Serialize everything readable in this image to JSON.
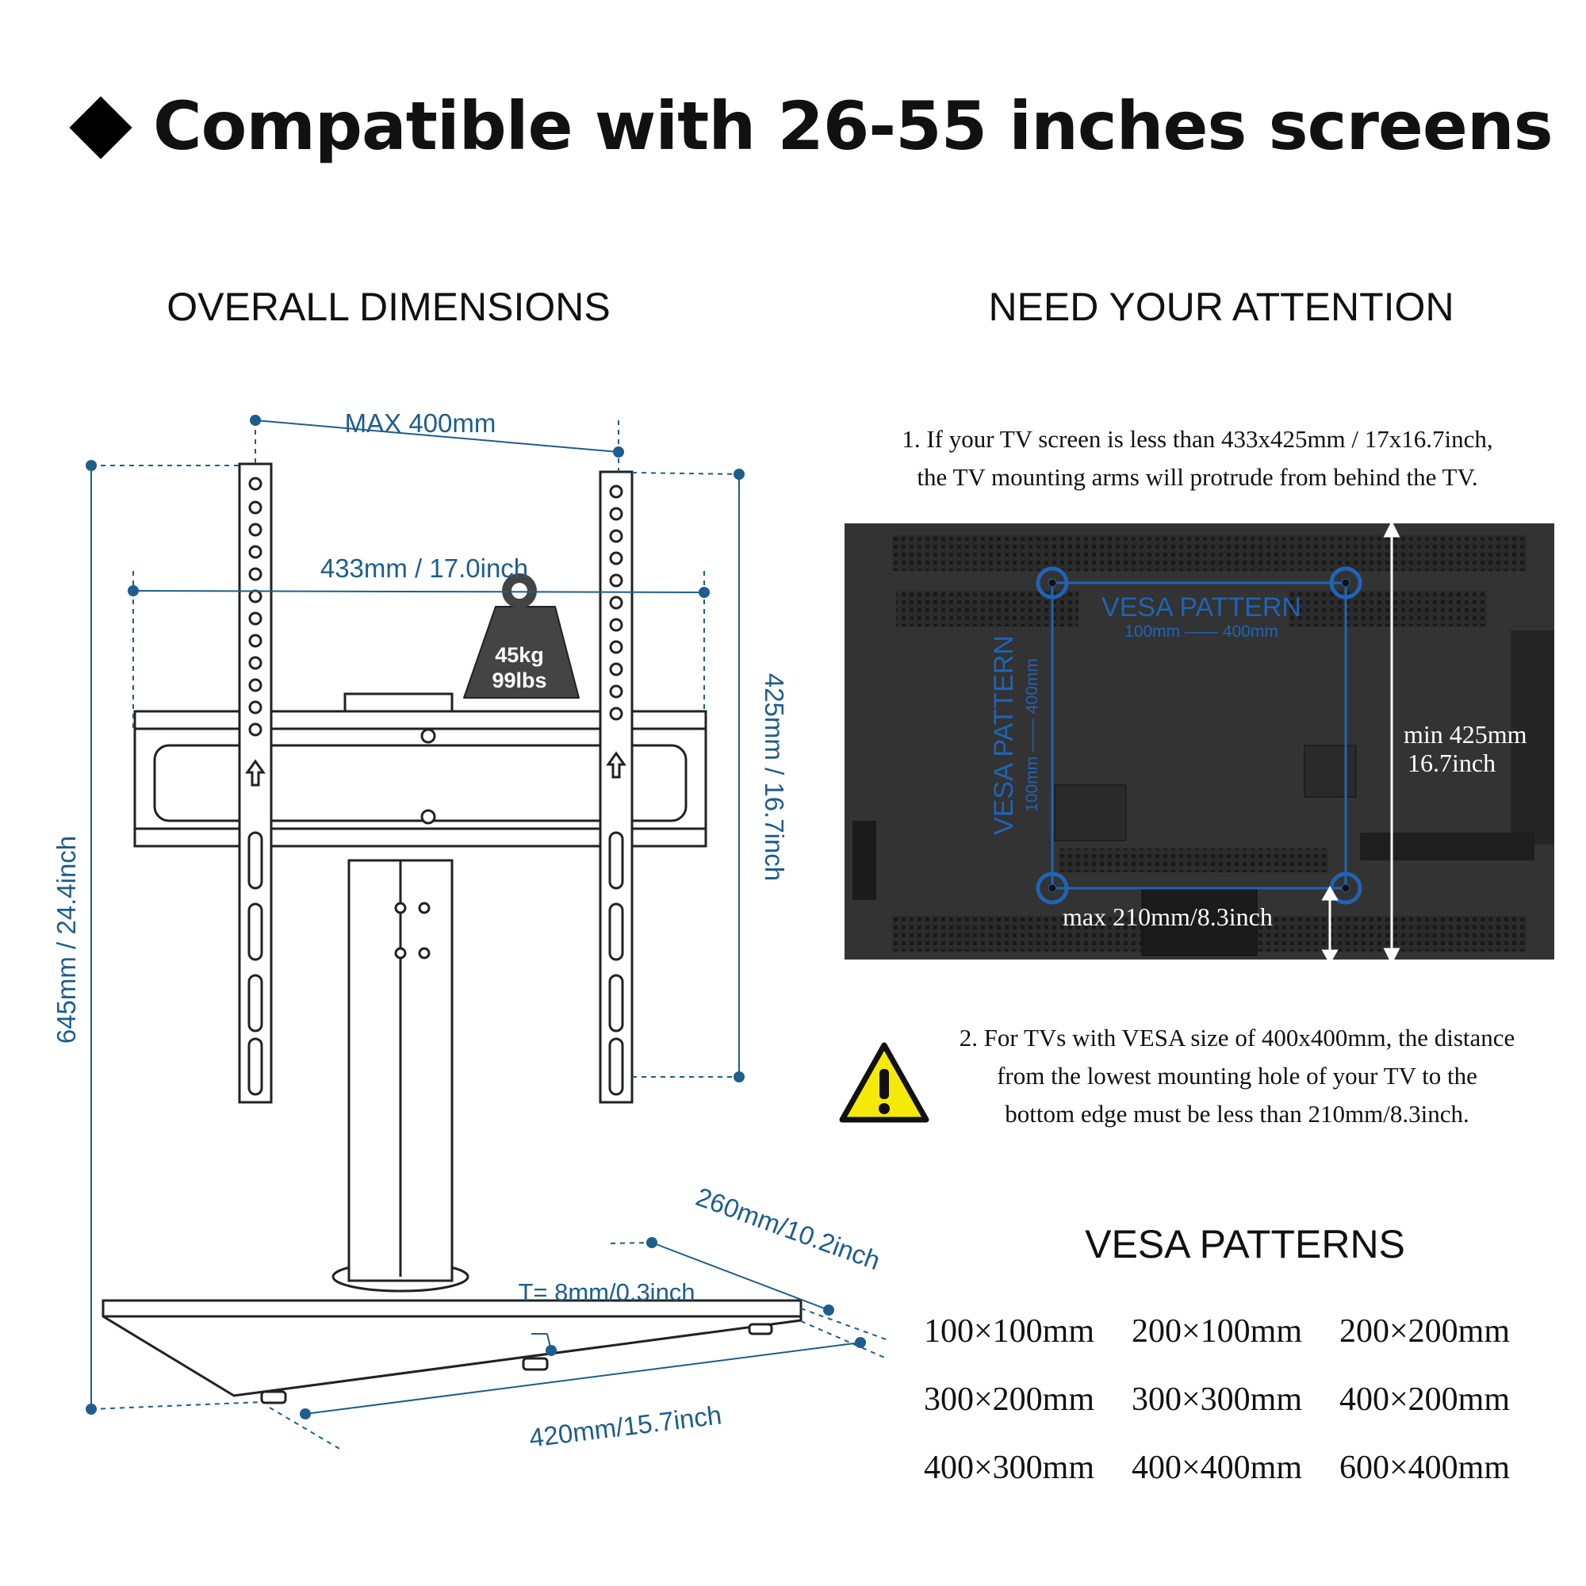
{
  "headline": "Compatible with 26-55 inches screens",
  "left_section": {
    "title": "OVERALL DIMENSIONS",
    "dimensions": {
      "max_width": "MAX 400mm",
      "bracket_width": "433mm / 17.0inch",
      "bracket_height": "425mm / 16.7inch",
      "total_height": "645mm / 24.4inch",
      "base_depth": "260mm/10.2inch",
      "base_width": "420mm/15.7inch",
      "thickness": "T= 8mm/0.3inch"
    },
    "load": {
      "kg": "45kg",
      "lbs": "99lbs"
    }
  },
  "right_section": {
    "title": "NEED YOUR ATTENTION",
    "note1_line1": "1. If your TV screen is less than 433x425mm / 17x16.7inch,",
    "note1_line2": "the TV mounting arms will protrude from behind the TV.",
    "tv_labels": {
      "vesa_h": "VESA PATTERN",
      "vesa_h_range": "100mm —— 400mm",
      "vesa_v": "VESA PATTERN",
      "vesa_v_range": "100mm —— 400mm",
      "min_line1": "min 425mm",
      "min_line2": "16.7inch",
      "max": "max 210mm/8.3inch"
    },
    "note2_line1": "2. For TVs with VESA size of 400x400mm, the distance",
    "note2_line2": "from the lowest mounting hole of your TV to the",
    "note2_line3": "bottom edge must be less than 210mm/8.3inch.",
    "patterns_title": "VESA PATTERNS",
    "patterns": [
      "100×100mm",
      "200×100mm",
      "200×200mm",
      "300×200mm",
      "300×300mm",
      "400×200mm",
      "400×300mm",
      "400×400mm",
      "600×400mm"
    ]
  },
  "colors": {
    "dimension": "#1e5d8c",
    "vesa_overlay": "#1f64b4",
    "warning": "#f5e90a"
  }
}
